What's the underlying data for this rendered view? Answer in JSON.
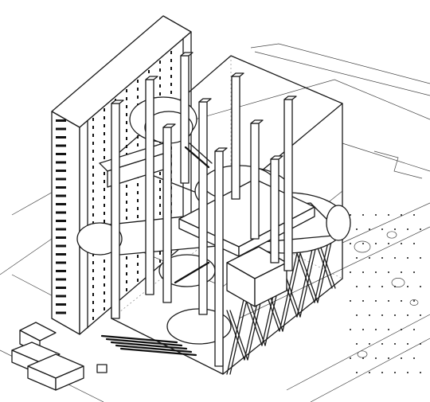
{
  "drawing": {
    "style": "monochrome axonometric line drawing",
    "colors": {
      "ink": "#1a1a1a",
      "paper": "#ffffff"
    },
    "window_rows": 24,
    "crossbrace_bays": 6,
    "ramp_bars": 5
  }
}
